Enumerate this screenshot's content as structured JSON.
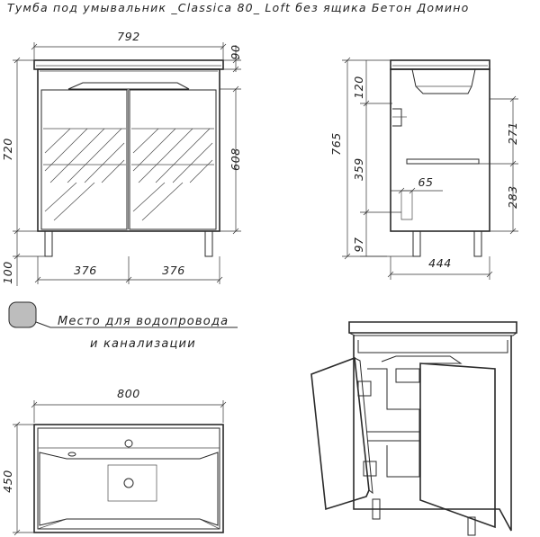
{
  "title": "Тумба под умывальник _Classica 80_ Loft без ящика Бетон Домино",
  "front_view": {
    "width": "792",
    "top_height": "90",
    "total_height": "720",
    "door_height": "608",
    "leg_height": "100",
    "left_door_width": "376",
    "right_door_width": "376"
  },
  "side_view": {
    "total_height": "765",
    "top_offset": "120",
    "upper_section": "271",
    "middle_section": "359",
    "lower_section": "283",
    "pipe_offset": "65",
    "leg_height": "97",
    "depth": "444"
  },
  "top_view": {
    "width": "800",
    "depth": "450"
  },
  "note": {
    "line1": "Место для водопровода",
    "line2": "и канализации"
  },
  "colors": {
    "line": "#2a2a2a",
    "background": "#ffffff"
  }
}
